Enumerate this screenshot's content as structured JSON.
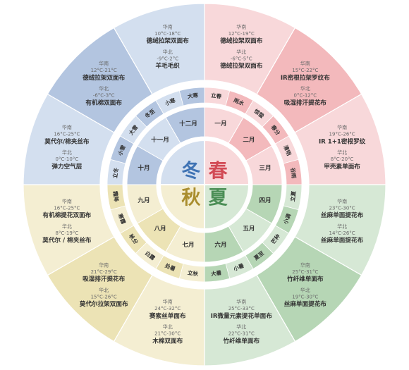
{
  "colors": {
    "spring": "#f3b9bc",
    "summer": "#b6d6b5",
    "autumn": "#ece3b5",
    "winter": "#b3c5e0",
    "spring_light": "#f8d8da",
    "summer_light": "#d6e8d5",
    "autumn_light": "#f4eed2",
    "winter_light": "#d3dfef",
    "spring_text": "#d24a55",
    "summer_text": "#4b8e56",
    "autumn_text": "#a98d2e",
    "winter_text": "#3f73b4"
  },
  "seasons": [
    {
      "key": "spring",
      "label": "春"
    },
    {
      "key": "summer",
      "label": "夏"
    },
    {
      "key": "autumn",
      "label": "秋"
    },
    {
      "key": "winter",
      "label": "冬"
    }
  ],
  "months": [
    "一月",
    "二月",
    "三月",
    "四月",
    "五月",
    "六月",
    "七月",
    "八月",
    "九月",
    "十月",
    "十一月",
    "十二月"
  ],
  "solar_terms": [
    "立春",
    "雨水",
    "惊蛰",
    "春分",
    "清明",
    "谷雨",
    "立夏",
    "小满",
    "芒种",
    "夏至",
    "小暑",
    "大暑",
    "立秋",
    "处暑",
    "白露",
    "秋分",
    "寒露",
    "霜降",
    "立冬",
    "小雪",
    "大雪",
    "冬至",
    "小寒",
    "大寒"
  ],
  "fabric_blocks": [
    {
      "lines": [
        {
          "kind": "region",
          "text": "华南"
        },
        {
          "kind": "temp",
          "text": "12°C-19°C"
        },
        {
          "kind": "fabric",
          "text": "德绒拉架双面布"
        },
        {
          "kind": "region",
          "text": "华北"
        },
        {
          "kind": "temp",
          "text": "-6°C-5°C"
        },
        {
          "kind": "fabric",
          "text": "德绒拉架双面布"
        }
      ]
    },
    {
      "lines": [
        {
          "kind": "region",
          "text": "华南"
        },
        {
          "kind": "temp",
          "text": "15°C-22°C"
        },
        {
          "kind": "fabric",
          "text": "IR密根拉架罗纹布"
        },
        {
          "kind": "region",
          "text": "华北"
        },
        {
          "kind": "temp",
          "text": "0°C-12°C"
        },
        {
          "kind": "fabric",
          "text": "吸湿排汗提花布"
        }
      ]
    },
    {
      "lines": [
        {
          "kind": "region",
          "text": "华南"
        },
        {
          "kind": "temp",
          "text": "19°C-26°C"
        },
        {
          "kind": "fabric",
          "text": "IR 1+1密根罗纹"
        },
        {
          "kind": "region",
          "text": "华北"
        },
        {
          "kind": "temp",
          "text": "8°C-20°C"
        },
        {
          "kind": "fabric",
          "text": "甲壳素单面布"
        }
      ]
    },
    {
      "lines": [
        {
          "kind": "region",
          "text": "华南"
        },
        {
          "kind": "temp",
          "text": "23°C-30°C"
        },
        {
          "kind": "fabric",
          "text": "丝麻单面提花布"
        },
        {
          "kind": "region",
          "text": "华北"
        },
        {
          "kind": "temp",
          "text": "14°C-26°C"
        },
        {
          "kind": "fabric",
          "text": "丝麻单面提花布"
        }
      ]
    },
    {
      "lines": [
        {
          "kind": "region",
          "text": "华南"
        },
        {
          "kind": "temp",
          "text": "25°C-31°C"
        },
        {
          "kind": "fabric",
          "text": "竹纤维单面布"
        },
        {
          "kind": "region",
          "text": "华北"
        },
        {
          "kind": "temp",
          "text": "19°C-30°C"
        },
        {
          "kind": "fabric",
          "text": "丝麻单面提花布"
        }
      ]
    },
    {
      "lines": [
        {
          "kind": "region",
          "text": "华南"
        },
        {
          "kind": "temp",
          "text": "25°C-33°C"
        },
        {
          "kind": "fabric",
          "text": "IR微量元素提花单面布"
        },
        {
          "kind": "region",
          "text": "华北"
        },
        {
          "kind": "temp",
          "text": "22°C-31°C"
        },
        {
          "kind": "fabric",
          "text": "竹纤维单面布"
        }
      ]
    },
    {
      "lines": [
        {
          "kind": "region",
          "text": "华南"
        },
        {
          "kind": "temp",
          "text": "24°C-32°C"
        },
        {
          "kind": "fabric",
          "text": "赛索丝单面布"
        },
        {
          "kind": "region",
          "text": "华北"
        },
        {
          "kind": "temp",
          "text": "21°C-30°C"
        },
        {
          "kind": "fabric",
          "text": "木棉双面布"
        }
      ]
    },
    {
      "lines": [
        {
          "kind": "region",
          "text": "华南"
        },
        {
          "kind": "temp",
          "text": "21°C-29°C"
        },
        {
          "kind": "fabric",
          "text": "吸湿排汗提花布"
        },
        {
          "kind": "region",
          "text": "华北"
        },
        {
          "kind": "temp",
          "text": "15°C-26°C"
        },
        {
          "kind": "fabric",
          "text": "莫代尔拉架双面布"
        }
      ]
    },
    {
      "lines": [
        {
          "kind": "region",
          "text": "华南"
        },
        {
          "kind": "temp",
          "text": "16°C-25°C"
        },
        {
          "kind": "fabric",
          "text": "有机棉提花双面布"
        },
        {
          "kind": "region",
          "text": "华北"
        },
        {
          "kind": "temp",
          "text": "8°C-19°C"
        },
        {
          "kind": "fabric",
          "text": "莫代尔 / 棉夹丝布"
        }
      ]
    },
    {
      "lines": [
        {
          "kind": "region",
          "text": "华南"
        },
        {
          "kind": "temp",
          "text": "16°C-25°C"
        },
        {
          "kind": "fabric",
          "text": "莫代尔/棉夹丝布"
        },
        {
          "kind": "region",
          "text": "华北"
        },
        {
          "kind": "temp",
          "text": "0°C-10°C"
        },
        {
          "kind": "fabric",
          "text": "弹力空气层"
        }
      ]
    },
    {
      "lines": [
        {
          "kind": "region",
          "text": "华南"
        },
        {
          "kind": "temp",
          "text": "12°C-21°C"
        },
        {
          "kind": "fabric",
          "text": "德绒拉架双面布"
        },
        {
          "kind": "region",
          "text": "华北"
        },
        {
          "kind": "temp",
          "text": "-6°C-3°C"
        },
        {
          "kind": "fabric",
          "text": "有机棉双面布"
        }
      ]
    },
    {
      "lines": [
        {
          "kind": "region",
          "text": "华南"
        },
        {
          "kind": "temp",
          "text": "10°C-18°C"
        },
        {
          "kind": "fabric",
          "text": "德绒拉架双面布"
        },
        {
          "kind": "region",
          "text": "华北"
        },
        {
          "kind": "temp",
          "text": "-9°C-2°C"
        },
        {
          "kind": "fabric",
          "text": "羊毛毛织"
        }
      ]
    }
  ]
}
